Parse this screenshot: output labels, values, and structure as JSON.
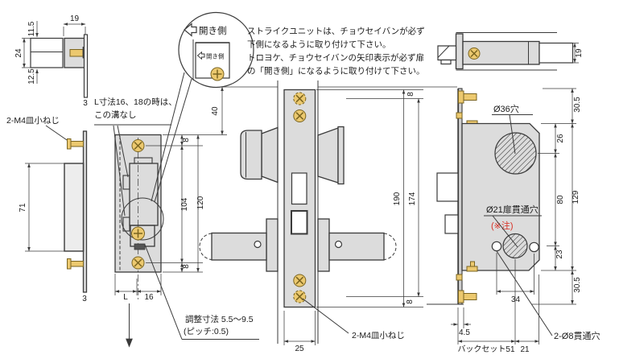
{
  "notice": {
    "l1": "ストライクユニットは、チョウセイバンが必ず",
    "l2": "下側になるように取り付けて下さい。",
    "l3": "トロヨケ、チョウセイバンの矢印表示が必ず扉",
    "l4": "の「開き側」になるように取り付けて下さい。"
  },
  "balloon": {
    "open_side": "開き側"
  },
  "labels": {
    "screw_m4": "2-M4皿小ねじ",
    "groove_note1": "L寸法16、18の時は、",
    "groove_note2": "この溝なし",
    "adjust1": "調整寸法 5.5〜9.5",
    "adjust2": "(ピッチ:0.5)",
    "hole36": "Ø36穴",
    "hole21": "Ø21扉貫通穴",
    "caution": "(※注)",
    "hole8": "2-Ø8貫通穴",
    "backset": "バックセット51"
  },
  "dims": {
    "w19": "19",
    "h11_5": "11.5",
    "h24": "24",
    "h12_5": "12.5",
    "t3": "3",
    "h71": "71",
    "off8": "8",
    "h104": "104",
    "h120": "120",
    "L": "L",
    "w16": "16",
    "d40": "40",
    "h190": "190",
    "h174": "174",
    "w25": "25",
    "d30_5": "30.5",
    "d26": "26",
    "d80": "80",
    "d129": "129",
    "d23": "23",
    "d34": "34",
    "d4_5": "4.5",
    "bs21": "21"
  },
  "colors": {
    "line": "#3a3a3a",
    "gray": "#dcdcdc",
    "grayd": "#cfcfcf",
    "brass": "#ecc96f",
    "brassd": "#7a6420",
    "red": "#d93025",
    "bg": "#ffffff"
  }
}
